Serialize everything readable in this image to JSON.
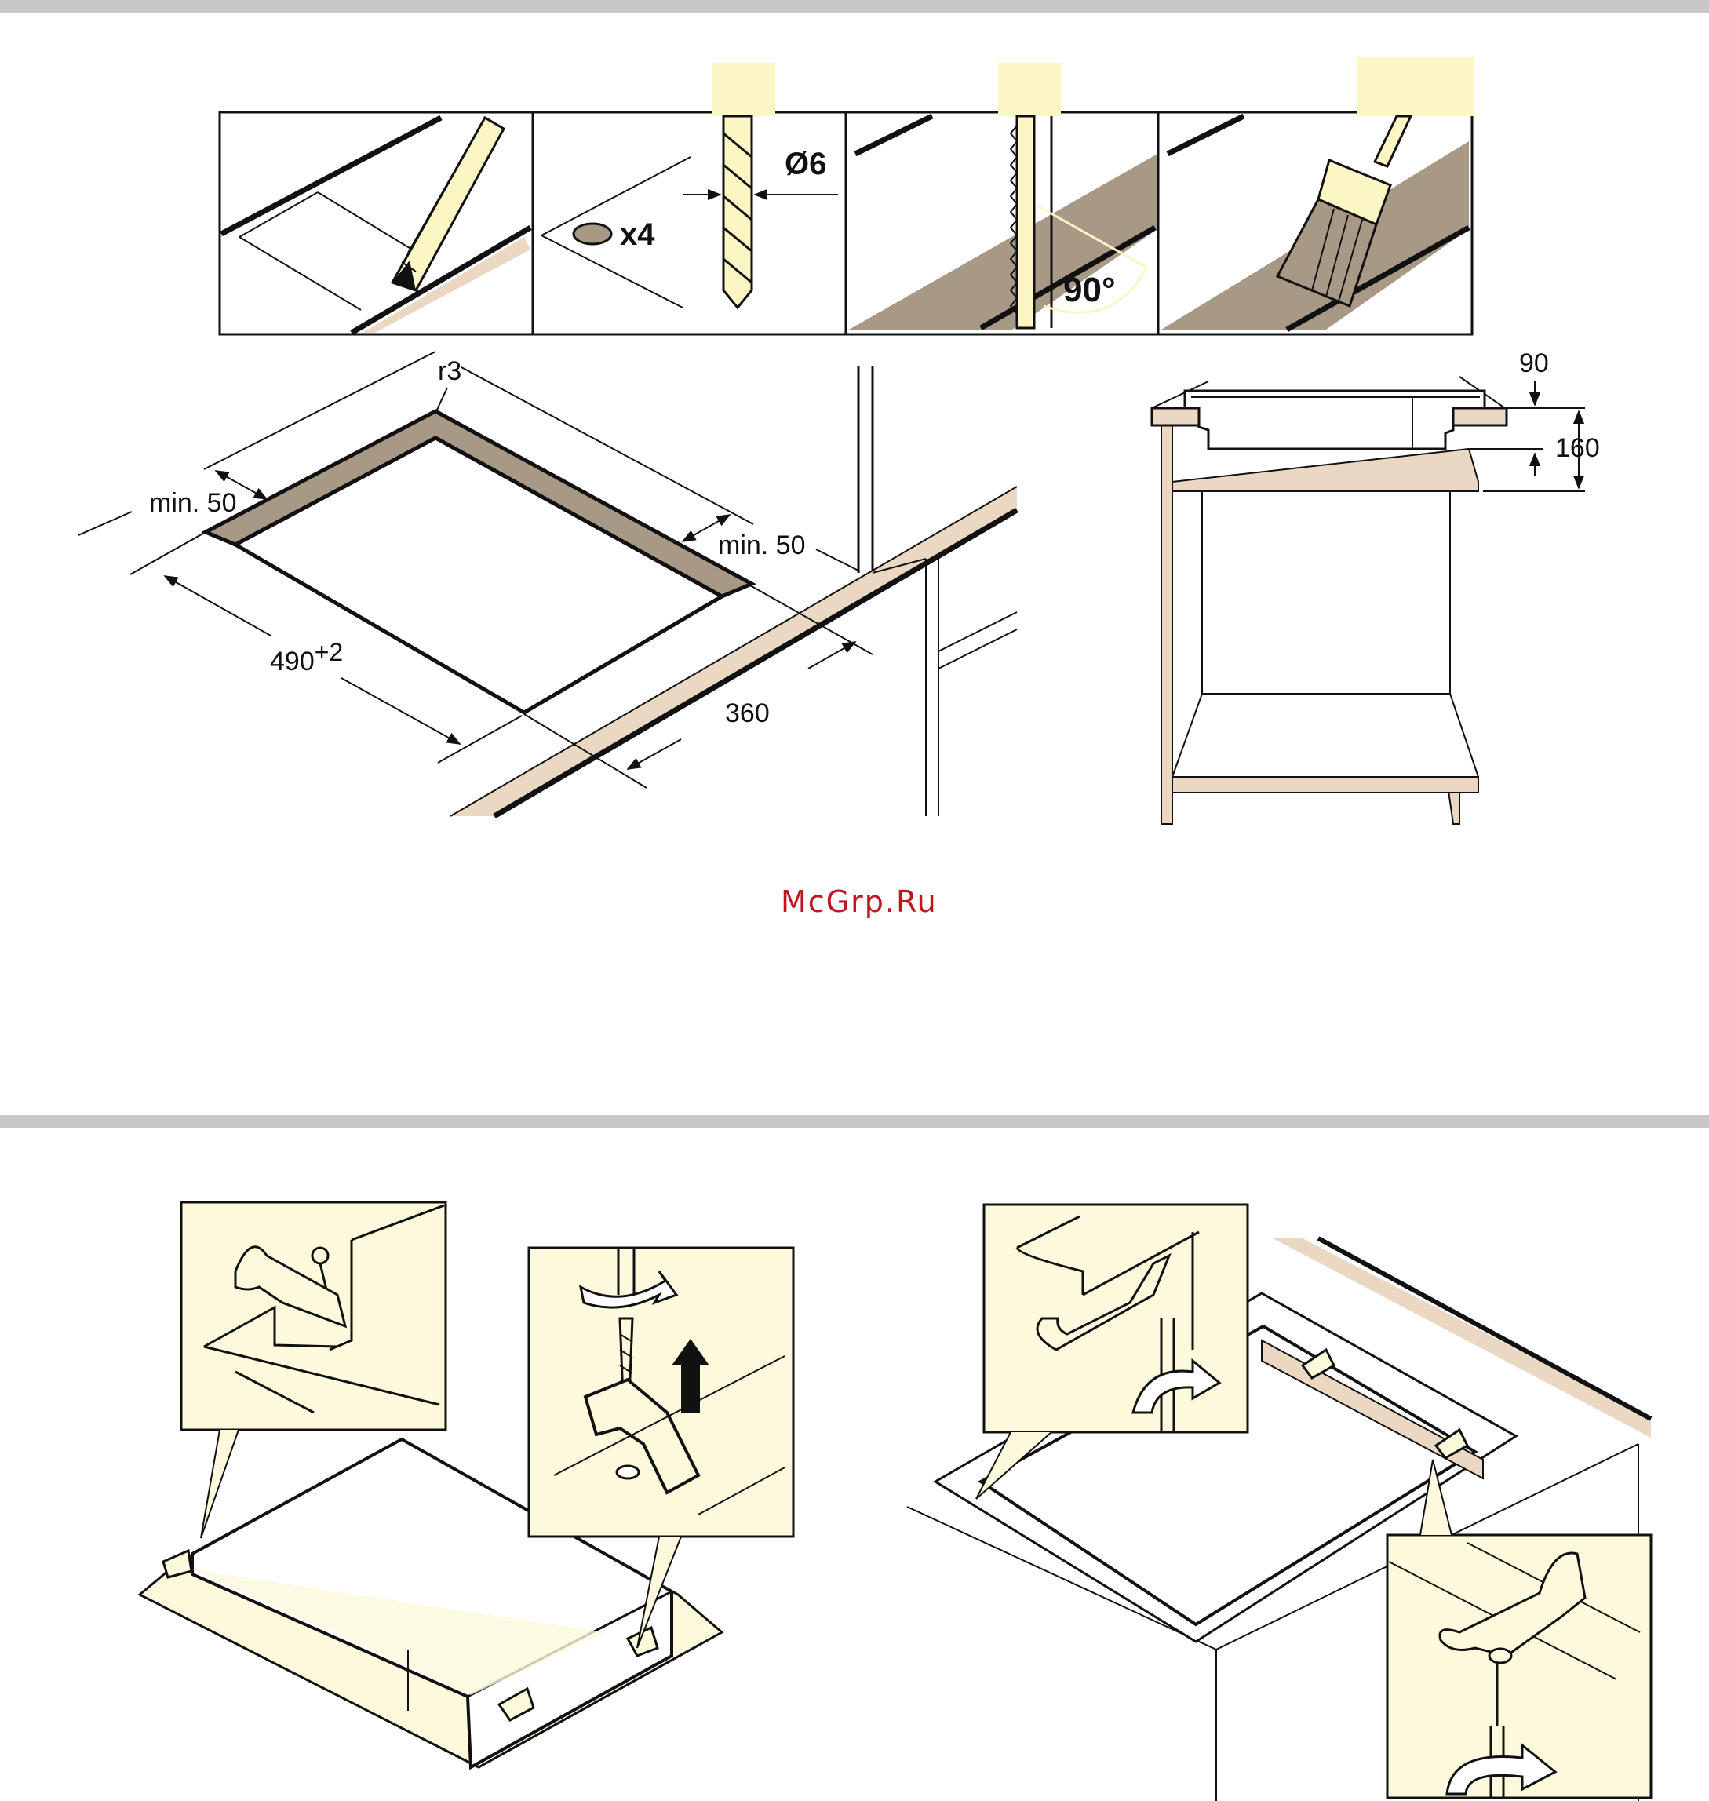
{
  "colors": {
    "divider": "#c8c8c8",
    "cream": "#fdf9dc",
    "highlight": "#fcf6c4",
    "beige": "#ead8c3",
    "taupe": "#a89886",
    "ink": "#111111",
    "watermark": "#c0151f"
  },
  "watermark": "McGrp.Ru",
  "steps": {
    "drill_count": "x4",
    "drill_diameter": "Ø6",
    "cut_angle": "90°"
  },
  "cutout": {
    "corner_radius": "r3",
    "margin_left": "min. 50",
    "margin_right": "min. 50",
    "width": "490",
    "width_tolerance": "+2",
    "depth": "360"
  },
  "cabinet": {
    "top_clearance": "90",
    "height": "160"
  },
  "icons": [
    "pencil-icon",
    "drill-bit-icon",
    "jigsaw-blade-icon",
    "brush-icon",
    "screw-icon",
    "clip-icon",
    "rotate-arrow-icon",
    "up-arrow-icon"
  ]
}
